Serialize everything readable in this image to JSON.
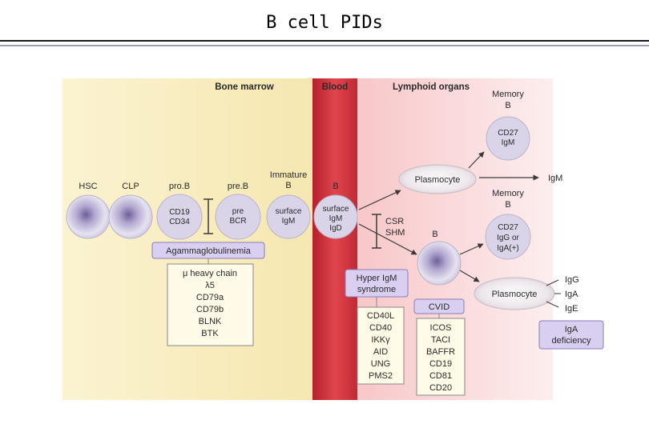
{
  "title": "B cell PIDs",
  "regions": {
    "bone_marrow": "Bone marrow",
    "blood": "Blood",
    "lymphoid": "Lymphoid organs"
  },
  "cells": {
    "hsc": "HSC",
    "clp": "CLP",
    "prob": "pro.B",
    "preb": "pre.B",
    "immature_line1": "Immature",
    "immature_line2": "B",
    "blood_b": "B",
    "prob_marker1": "CD19",
    "prob_marker2": "CD34",
    "preb_marker1": "pre",
    "preb_marker2": "BCR",
    "immature_marker1": "surface",
    "immature_marker2": "IgM",
    "blood_marker1": "surface",
    "blood_marker2": "IgM",
    "blood_marker3": "IgD",
    "plasmocyte_top": "Plasmocyte",
    "plasmocyte_bottom": "Plasmocyte",
    "memory1_line1": "Memory",
    "memory1_line2": "B",
    "memory1_marker1": "CD27",
    "memory1_marker2": "IgM",
    "memory2_line1": "Memory",
    "memory2_line2": "B",
    "memory2_marker1": "CD27",
    "memory2_marker2": "IgG or",
    "memory2_marker3": "IgA(+)",
    "lymph_b": "B",
    "csr": "CSR",
    "shm": "SHM",
    "out_igm": "IgM",
    "out_igg": "IgG",
    "out_iga": "IgA",
    "out_ige": "IgE"
  },
  "diseases": {
    "agamma": "Agammaglobulinemia",
    "hyper_line1": "Hyper IgM",
    "hyper_line2": "syndrome",
    "cvid": "CVID",
    "iga_line1": "IgA",
    "iga_line2": "deficiency"
  },
  "gene_lists": {
    "agamma": [
      "μ heavy chain",
      "λ5",
      "CD79a",
      "CD79b",
      "BLNK",
      "BTK"
    ],
    "hyper": [
      "CD40L",
      "CD40",
      "IKKγ",
      "AID",
      "UNG",
      "PMS2"
    ],
    "cvid": [
      "ICOS",
      "TACI",
      "BAFFR",
      "CD19",
      "CD81",
      "CD20"
    ]
  },
  "colors": {
    "bone_marrow_bg": "#f8eebd",
    "blood_bg": "#cc2b33",
    "lymphoid_bg": "#fbd6d7",
    "cell_fill": "#c9c2dd",
    "disease_box": "#d9cff0",
    "disease_border": "#8a7cb8"
  }
}
